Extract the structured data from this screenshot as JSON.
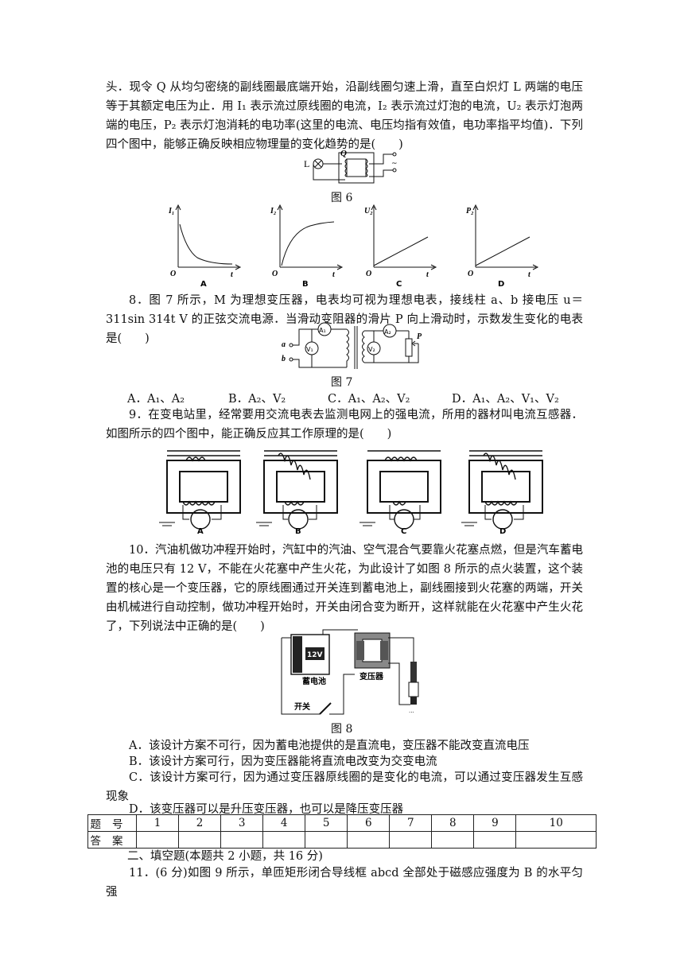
{
  "q7": {
    "text": "头．现令 Q 从均匀密绕的副线圈最底端开始，沿副线圈匀速上滑，直至白炽灯 L 两端的电压等于其额定电压为止．用 I₁ 表示流过原线圈的电流，I₂ 表示流过灯泡的电流，U₂ 表示灯泡两端的电压，P₂ 表示灯泡消耗的电功率(这里的电流、电压均指有效值，电功率指平均值)．下列四个图中，能够正确反映相应物理量的变化趋势的是(　　)",
    "fig_caption": "图 6",
    "fig_labels": {
      "lamp": "L",
      "slider": "Q"
    },
    "graphs": [
      {
        "letter": "A",
        "ylabel": "I₁",
        "origin": "O",
        "xlabel": "t"
      },
      {
        "letter": "B",
        "ylabel": "I₂",
        "origin": "O",
        "xlabel": "t"
      },
      {
        "letter": "C",
        "ylabel": "U₂",
        "origin": "O",
        "xlabel": "t"
      },
      {
        "letter": "D",
        "ylabel": "P₂",
        "origin": "O",
        "xlabel": "t"
      }
    ]
  },
  "q8": {
    "text": "8．图 7 所示，M 为理想变压器，电表均可视为理想电表，接线柱 a、b 接电压 u＝311sin 314t V 的正弦交流电源．当滑动变阻器的滑片 P 向上滑动时，示数发生变化的电表是(　　)",
    "fig_caption": "图 7",
    "fig_labels": {
      "a": "a",
      "b": "b",
      "a1": "A₁",
      "a2": "A₂",
      "v1": "V₁",
      "v2": "V₂",
      "p": "P"
    },
    "options": [
      "A．A₁、A₂",
      "B．A₂、V₂",
      "C．A₁、A₂、V₂",
      "D．A₁、A₂、V₁、V₂"
    ]
  },
  "q9": {
    "text": "9．在变电站里，经常要用交流电表去监测电网上的强电流，所用的器材叫电流互感器．如图所示的四个图中，能正确反应其工作原理的是(　　)",
    "letters": [
      "A",
      "B",
      "C",
      "D"
    ]
  },
  "q10": {
    "text": "10．汽油机做功冲程开始时，汽缸中的汽油、空气混合气要靠火花塞点燃，但是汽车蓄电池的电压只有 12 V，不能在火花塞中产生火花，为此设计了如图 8 所示的点火装置，这个装置的核心是一个变压器，它的原线圈通过开关连到蓄电池上，副线圈接到火花塞的两端，开关由机械进行自动控制，做功冲程开始时，开关由闭合变为断开，这样就能在火花塞中产生火花了，下列说法中正确的是(　　)",
    "fig_caption": "图 8",
    "fig_labels": {
      "battery_voltage": "12V",
      "battery": "蓄电池",
      "transformer": "变压器",
      "switch": "开关"
    },
    "options": [
      "A．该设计方案不可行，因为蓄电池提供的是直流电，变压器不能改变直流电压",
      "B．该设计方案可行，因为变压器能将直流电改变为交变电流",
      "C．该设计方案可行，因为通过变压器原线圈的是变化的电流，可以通过变压器发生互感现象",
      "D．该变压器可以是升压变压器，也可以是降压变压器"
    ]
  },
  "answer_table": {
    "row1_label": "题号",
    "row2_label": "答案",
    "numbers": [
      "1",
      "2",
      "3",
      "4",
      "5",
      "6",
      "7",
      "8",
      "9",
      "10"
    ]
  },
  "section2": {
    "title": "二、填空题(本题共 2 小题，共 16 分)"
  },
  "q11": {
    "text": "11．(6 分)如图 9 所示，单匝矩形闭合导线框 abcd 全部处于磁感应强度为 B 的水平匀强"
  }
}
